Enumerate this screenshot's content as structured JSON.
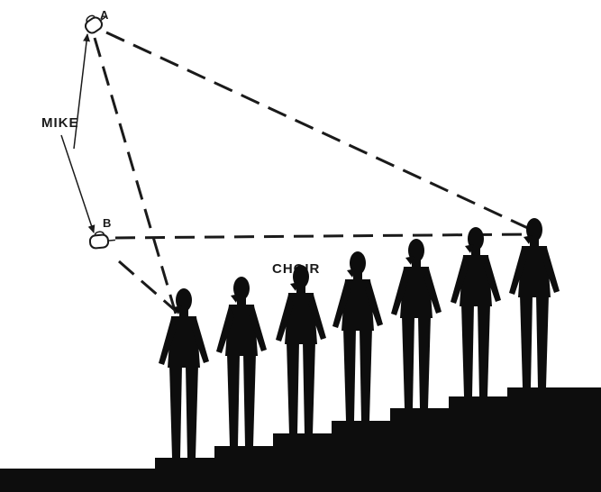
{
  "labels": {
    "mic_a": "A",
    "mic_b": "B",
    "mike": "MIKE",
    "choir": "CHOIR"
  },
  "figure": {
    "singer_count": 7,
    "step_count": 7
  }
}
